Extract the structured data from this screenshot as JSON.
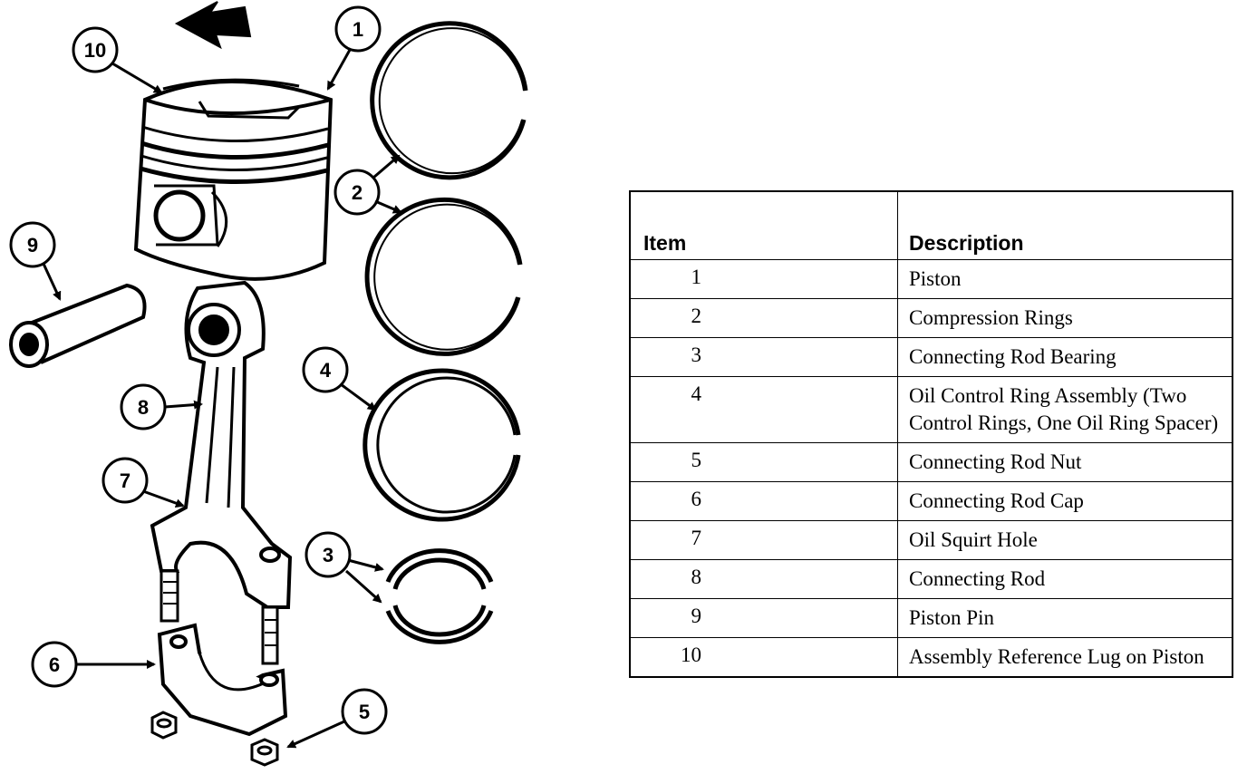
{
  "callouts": [
    "1",
    "2",
    "3",
    "4",
    "5",
    "6",
    "7",
    "8",
    "9",
    "10"
  ],
  "table": {
    "headers": {
      "item": "Item",
      "description": "Description"
    },
    "rows": [
      {
        "item": "1",
        "description": "Piston"
      },
      {
        "item": "2",
        "description": "Compression Rings"
      },
      {
        "item": "3",
        "description": "Connecting Rod Bearing"
      },
      {
        "item": "4",
        "description": "Oil Control Ring Assembly (Two Control Rings, One Oil Ring Spacer)"
      },
      {
        "item": "5",
        "description": "Connecting Rod Nut"
      },
      {
        "item": "6",
        "description": "Connecting Rod Cap"
      },
      {
        "item": "7",
        "description": "Oil Squirt Hole"
      },
      {
        "item": "8",
        "description": "Connecting Rod"
      },
      {
        "item": "9",
        "description": "Piston Pin"
      },
      {
        "item": "10",
        "description": "Assembly Reference Lug on Piston"
      }
    ]
  }
}
